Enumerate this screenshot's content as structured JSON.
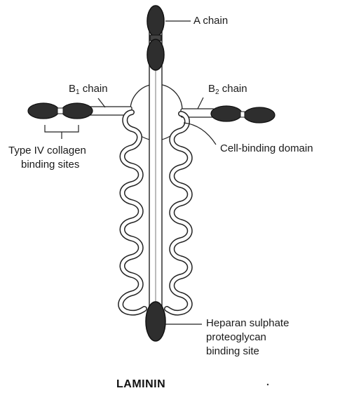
{
  "figure": {
    "title": "LAMININ",
    "labels": {
      "a_chain": "A chain",
      "b1_chain_prefix": "B",
      "b1_chain_sub": "1",
      "b1_chain_suffix": " chain",
      "b2_chain_prefix": "B",
      "b2_chain_sub": "2",
      "b2_chain_suffix": " chain",
      "collagen_sites_line1": "Type IV collagen",
      "collagen_sites_line2": "binding sites",
      "cell_binding": "Cell-binding domain",
      "heparan_line1": "Heparan sulphate",
      "heparan_line2": "proteoglycan",
      "heparan_line3": "binding site"
    }
  }
}
